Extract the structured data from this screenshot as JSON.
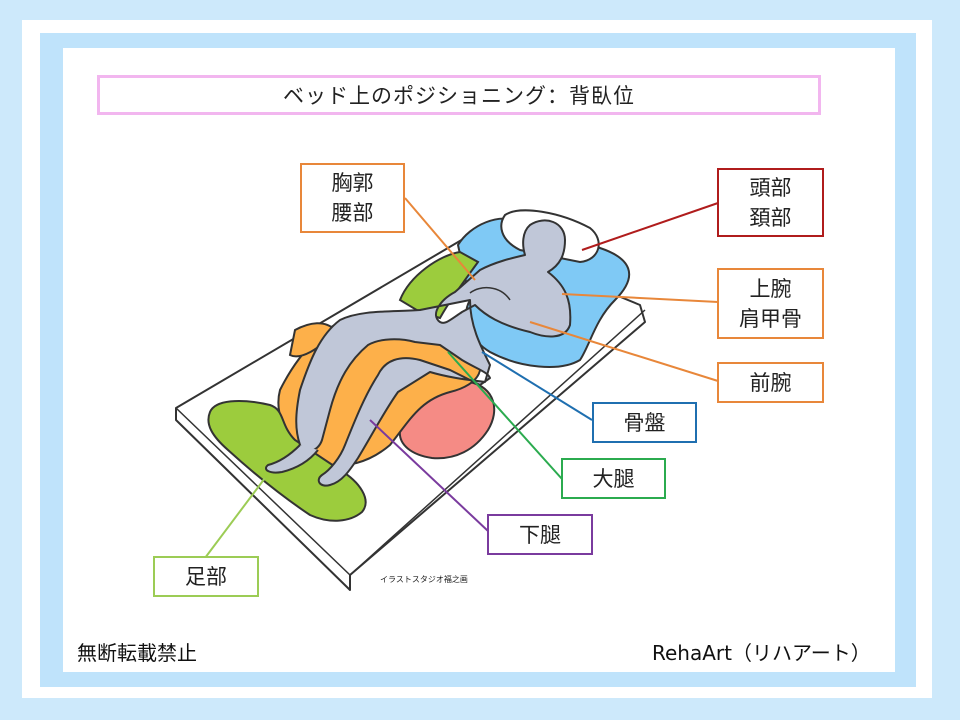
{
  "title": "ベッド上のポジショニング：背臥位",
  "labels": {
    "chest": {
      "line1": "胸郭",
      "line2": "腰部",
      "color": "#e8873a"
    },
    "head": {
      "line1": "頭部",
      "line2": "頚部",
      "color": "#b01c1c"
    },
    "upper_arm": {
      "line1": "上腕",
      "line2": "肩甲骨",
      "color": "#e8873a"
    },
    "forearm": {
      "line1": "前腕",
      "color": "#e8873a"
    },
    "pelvis": {
      "line1": "骨盤",
      "color": "#1f6fb0"
    },
    "thigh": {
      "line1": "大腿",
      "color": "#2bab4f"
    },
    "lower_leg": {
      "line1": "下腿",
      "color": "#7a3b9e"
    },
    "foot": {
      "line1": "足部",
      "color": "#9ccc55"
    }
  },
  "watermark": "イラストスタジオ福之画",
  "footer": {
    "left": "無断転載禁止",
    "right": "RehaArt（リハアート）"
  },
  "colors": {
    "frame_outer": "#cde9fb",
    "frame_inner": "#bfe3fb",
    "title_border": "#f2b6ef",
    "pillow_blue": "#7fc9f5",
    "cushion_green": "#9ccc3d",
    "cushion_orange": "#fdb04a",
    "cushion_red": "#f58b85",
    "body_gray": "#c0c7d8"
  }
}
